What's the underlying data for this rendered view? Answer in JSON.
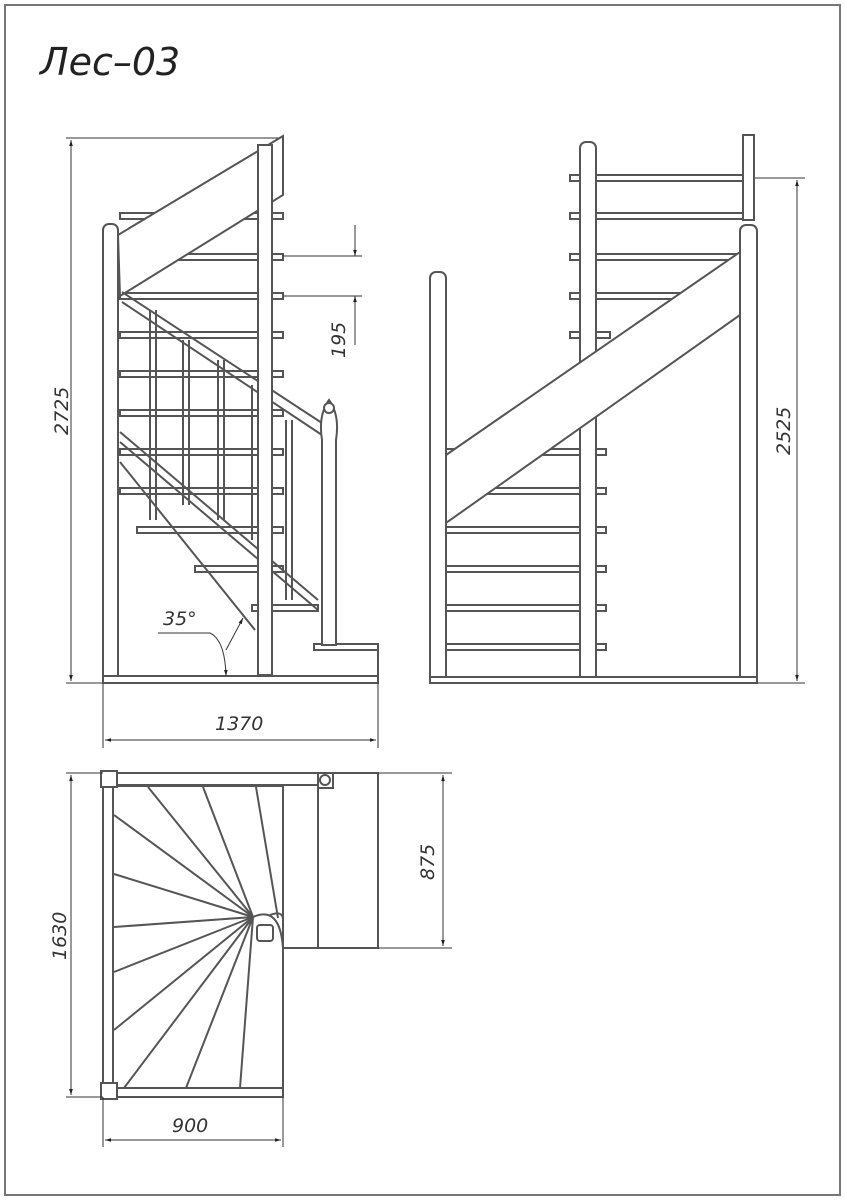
{
  "title": "Лес–03",
  "side_view_left": {
    "height_dim": "2725",
    "riser_dim": "195",
    "angle": "35°",
    "width_dim": "1370"
  },
  "side_view_right": {
    "height_dim": "2525"
  },
  "plan_view": {
    "depth_dim": "1630",
    "landing_dim": "875",
    "width_dim": "900"
  },
  "colors": {
    "line": "#555555",
    "frame": "#777777"
  }
}
